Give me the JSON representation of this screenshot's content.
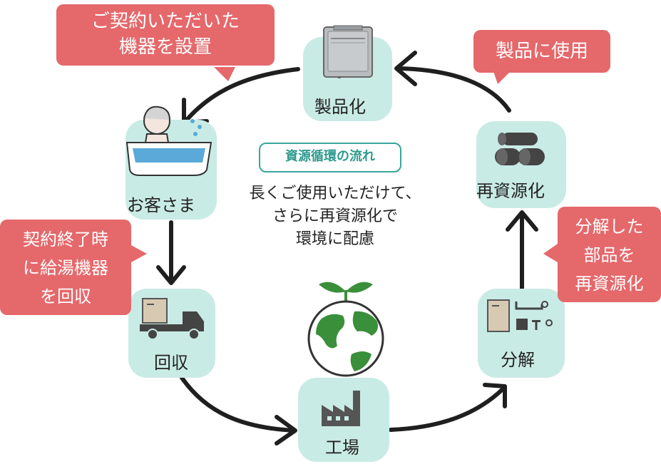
{
  "center": {
    "title": "資源循環の流れ",
    "line1": "長くご使用いただけて、",
    "line2": "さらに再資源化で",
    "line3": "環境に配慮"
  },
  "nodes": {
    "product": "製品化",
    "customer": "お客さま",
    "collection": "回収",
    "factory": "工場",
    "disassembly": "分解",
    "recycling": "再資源化"
  },
  "bubbles": {
    "install_l1": "ご契約いただいた",
    "install_l2": "機器を設置",
    "use": "製品に使用",
    "collect_l1": "契約終了時",
    "collect_l2": "に給湯機器",
    "collect_l3": "を回収",
    "parts_l1": "分解した",
    "parts_l2": "部品を",
    "parts_l3": "再資源化"
  },
  "colors": {
    "node_bg": "#c9ebe5",
    "bubble_bg": "#e5686b",
    "accent": "#3aa59a",
    "arrow": "#1f1f1f"
  }
}
